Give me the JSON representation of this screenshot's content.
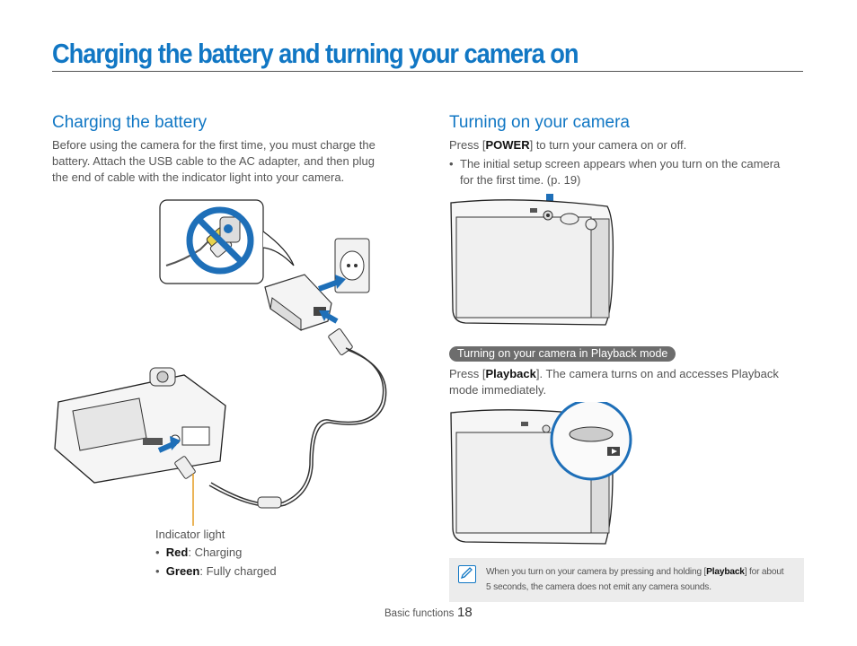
{
  "page": {
    "title": "Charging the battery and turning your camera on"
  },
  "charging": {
    "heading": "Charging the battery",
    "body_line1": "Before using the camera for the first time, you must charge the",
    "body_line2": "battery. Attach the USB cable to the AC adapter, and then plug",
    "body_line3": "the end of cable with the indicator light into your camera.",
    "indicator_label": "Indicator light",
    "indicator_items": [
      {
        "color": "Red",
        "status": ": Charging"
      },
      {
        "color": "Green",
        "status": ": Fully charged"
      }
    ]
  },
  "turning_on": {
    "heading": "Turning on your camera",
    "press_prefix": "Press [",
    "press_key": "POWER",
    "press_suffix": "] to turn your camera on or off.",
    "bullet_line1": "The initial setup screen appears when you turn on the camera",
    "bullet_line2": "for the first time. (p. 19)"
  },
  "playback": {
    "pill_label": "Turning on your camera in Playback mode",
    "press_prefix": "Press [",
    "press_key": "Playback",
    "press_suffix": "]. The camera turns on and accesses Playback",
    "line2": "mode immediately."
  },
  "note": {
    "prefix": "When you turn on your camera by pressing and holding [",
    "key": "Playback",
    "suffix": "] for about",
    "line2": "5 seconds, the camera does not emit any camera sounds."
  },
  "footer": {
    "section": "Basic functions",
    "page_number": "18"
  },
  "colors": {
    "accent": "#1177c4",
    "arrow_blue": "#1e6fb8",
    "indicator_line": "#e49a1f",
    "no_sign_red": "#d8232a"
  }
}
